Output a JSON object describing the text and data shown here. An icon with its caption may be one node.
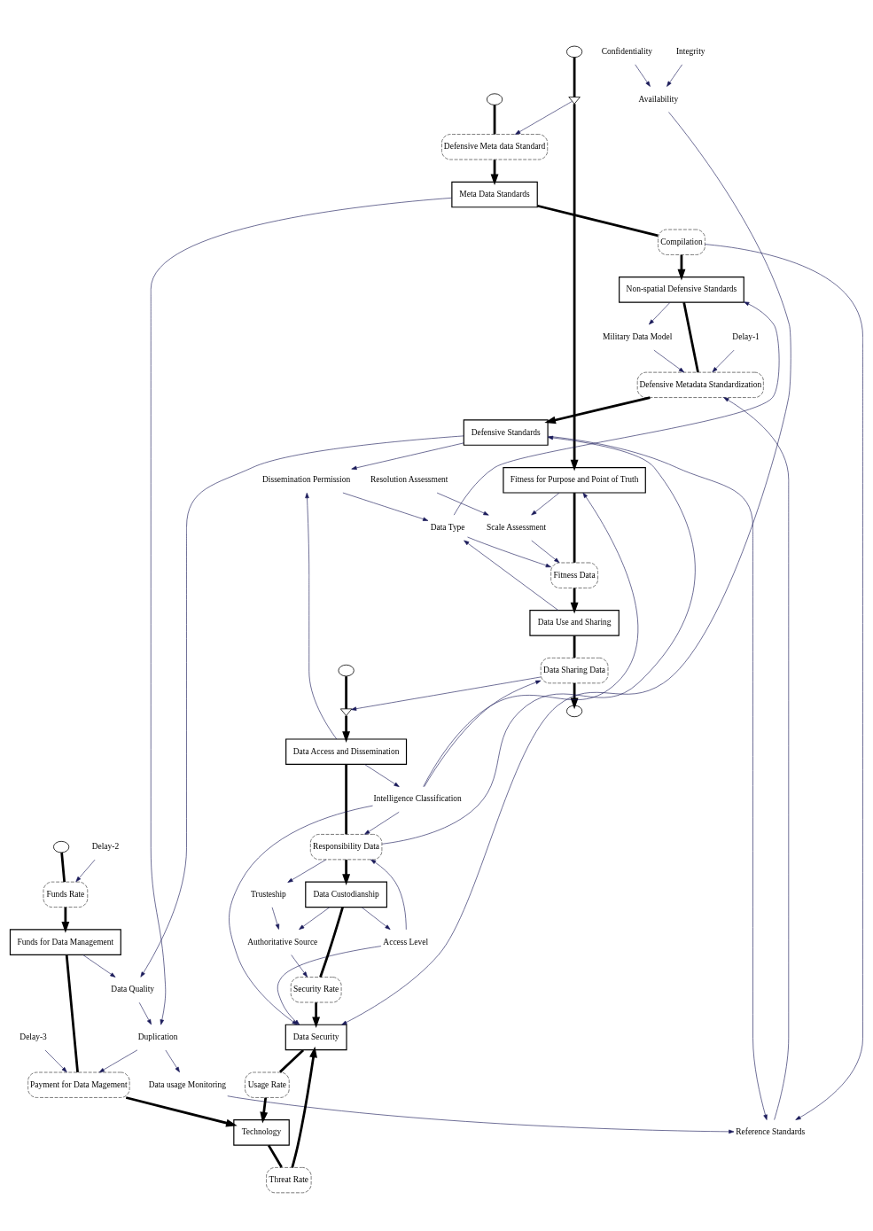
{
  "diagram": {
    "nodes": [
      {
        "text": [],
        "shape": "cloud"
      },
      {
        "text": [],
        "shape": "cloud"
      },
      {
        "text": [
          "Defensive Meta data Standard"
        ]
      },
      {
        "text": [],
        "shape": "valve"
      },
      {
        "text": [
          "Resolution Assessment"
        ]
      },
      {
        "text": [
          "Meta Data Standards"
        ]
      },
      {
        "text": [
          "Fitness for Purpose and Point of Truth"
        ]
      },
      {
        "text": [
          "Scale Assessment"
        ]
      },
      {
        "text": [
          "Compilation"
        ]
      },
      {
        "text": [
          "Fitness Data"
        ]
      },
      {
        "text": [
          "Non-spatial Defensive Standards"
        ]
      },
      {
        "text": [
          "Data Use and Sharing"
        ]
      },
      {
        "text": [
          "Data Type"
        ]
      },
      {
        "text": [
          "Military Data Model"
        ]
      },
      {
        "text": [
          "Delay-1"
        ]
      },
      {
        "text": [
          "Dissemination Permission"
        ]
      },
      {
        "text": [],
        "shape": "cloud"
      },
      {
        "text": [
          "Defensive Metadata Standardization"
        ]
      },
      {
        "text": [],
        "shape": "valve"
      },
      {
        "text": [
          "Data Sharing Data"
        ]
      },
      {
        "text": [
          "Reference Standards"
        ]
      },
      {
        "text": [],
        "shape": "cloud"
      },
      {
        "text": [
          "Defensive Standards"
        ]
      },
      {
        "text": [
          "Data Access and Dissemination"
        ]
      },
      {
        "text": [
          "Data usage Monitoring"
        ]
      },
      {
        "text": [
          "Intelligence Classification"
        ]
      },
      {
        "text": [],
        "shape": "cloud"
      },
      {
        "text": [
          "Delay-2"
        ]
      },
      {
        "text": [
          "Responsibility Data"
        ]
      },
      {
        "text": [
          "Funds Rate"
        ]
      },
      {
        "text": [
          "Duplication"
        ]
      },
      {
        "text": [
          "Data Quality"
        ]
      },
      {
        "text": [
          "Access Level"
        ]
      },
      {
        "text": [
          "Trusteship"
        ]
      },
      {
        "text": [
          "Funds for Data Management"
        ]
      },
      {
        "text": [
          "Data Custodianship"
        ]
      },
      {
        "text": [
          "Authoritative Source"
        ]
      },
      {
        "text": [
          "Delay-3"
        ]
      },
      {
        "text": [
          "Security Rate"
        ]
      },
      {
        "text": [
          "Payment for Data Magement"
        ]
      },
      {
        "text": [
          "Technology"
        ]
      },
      {
        "text": [
          "Data Security"
        ]
      },
      {
        "text": [
          "Integrity"
        ]
      },
      {
        "text": [
          "Usage Rate"
        ]
      },
      {
        "text": [
          "Threat Rate"
        ]
      },
      {
        "text": [
          "Availability"
        ]
      },
      {
        "text": [
          "Confidentiality"
        ]
      }
    ],
    "edges": [
      {
        "from": 0,
        "to": 2,
        "arrow": "none",
        "style": "thick"
      },
      {
        "from": 2,
        "to": 5,
        "arrow": "to",
        "style": "thick"
      },
      {
        "from": 5,
        "to": 8,
        "arrow": "none",
        "style": "thick"
      },
      {
        "from": 8,
        "to": 10,
        "arrow": "to",
        "style": "thick"
      },
      {
        "from": 10,
        "to": 17,
        "arrow": "none",
        "style": "thick"
      },
      {
        "from": 17,
        "to": 22,
        "arrow": "to",
        "style": "thick"
      },
      {
        "from": 1,
        "to": 3,
        "arrow": "none",
        "style": "thick"
      },
      {
        "from": 3,
        "to": 6,
        "arrow": "to",
        "style": "thick"
      },
      {
        "from": 6,
        "to": 9,
        "arrow": "none",
        "style": "thick"
      },
      {
        "from": 9,
        "to": 11,
        "arrow": "to",
        "style": "thick"
      },
      {
        "from": 11,
        "to": 19,
        "arrow": "none",
        "style": "thick"
      },
      {
        "from": 19,
        "to": 21,
        "arrow": "to",
        "style": "thick"
      },
      {
        "from": 16,
        "to": 18,
        "arrow": "none",
        "style": "thick"
      },
      {
        "from": 18,
        "to": 23,
        "arrow": "to",
        "style": "thick"
      },
      {
        "from": 23,
        "to": 28,
        "arrow": "none",
        "style": "thick"
      },
      {
        "from": 28,
        "to": 35,
        "arrow": "to",
        "style": "thick"
      },
      {
        "from": 35,
        "to": 38,
        "arrow": "none",
        "style": "thick"
      },
      {
        "from": 38,
        "to": 41,
        "arrow": "to",
        "style": "thick"
      },
      {
        "from": 26,
        "to": 29,
        "arrow": "none",
        "style": "thick"
      },
      {
        "from": 29,
        "to": 34,
        "arrow": "to",
        "style": "thick"
      },
      {
        "from": 34,
        "to": 39,
        "arrow": "none",
        "style": "thick"
      },
      {
        "from": 39,
        "to": 40,
        "arrow": "to",
        "style": "thick"
      },
      {
        "from": 41,
        "to": 43,
        "arrow": "none",
        "style": "thick"
      },
      {
        "from": 43,
        "to": 40,
        "arrow": "to",
        "style": "thick"
      },
      {
        "from": 40,
        "to": 44,
        "arrow": "none",
        "style": "thick"
      },
      {
        "from": 44,
        "to": 41,
        "arrow": "to",
        "style": "thick"
      },
      {
        "from": 3,
        "to": 2,
        "arrow": "to"
      },
      {
        "from": 6,
        "to": 7,
        "arrow": "to"
      },
      {
        "from": 4,
        "to": 7,
        "arrow": "to"
      },
      {
        "from": 7,
        "to": 9,
        "arrow": "to"
      },
      {
        "from": 12,
        "to": 9,
        "arrow": "to"
      },
      {
        "from": 11,
        "to": 12,
        "arrow": "to"
      },
      {
        "from": 15,
        "to": 12,
        "arrow": "to"
      },
      {
        "from": 12,
        "to": 10,
        "arrow": "to"
      },
      {
        "from": 5,
        "to": 30,
        "arrow": "to"
      },
      {
        "from": 8,
        "to": 20,
        "arrow": "to"
      },
      {
        "from": 10,
        "to": 13,
        "arrow": "to"
      },
      {
        "from": 13,
        "to": 17,
        "arrow": "to"
      },
      {
        "from": 20,
        "to": 17,
        "arrow": "to"
      },
      {
        "from": 14,
        "to": 17,
        "arrow": "to"
      },
      {
        "from": 22,
        "to": 20,
        "arrow": "to"
      },
      {
        "from": 24,
        "to": 20,
        "arrow": "to"
      },
      {
        "from": 30,
        "to": 24,
        "arrow": "to"
      },
      {
        "from": 22,
        "to": 15,
        "arrow": "to"
      },
      {
        "from": 22,
        "to": 31,
        "arrow": "to"
      },
      {
        "from": 31,
        "to": 30,
        "arrow": "to"
      },
      {
        "from": 34,
        "to": 31,
        "arrow": "to"
      },
      {
        "from": 30,
        "to": 39,
        "arrow": "to"
      },
      {
        "from": 27,
        "to": 29,
        "arrow": "to"
      },
      {
        "from": 37,
        "to": 39,
        "arrow": "to"
      },
      {
        "from": 23,
        "to": 15,
        "arrow": "to"
      },
      {
        "from": 19,
        "to": 18,
        "arrow": "to"
      },
      {
        "from": 25,
        "to": 19,
        "arrow": "to"
      },
      {
        "from": 25,
        "to": 6,
        "arrow": "to"
      },
      {
        "from": 23,
        "to": 25,
        "arrow": "to"
      },
      {
        "from": 25,
        "to": 28,
        "arrow": "to"
      },
      {
        "from": 32,
        "to": 28,
        "arrow": "to"
      },
      {
        "from": 28,
        "to": 22,
        "arrow": "to"
      },
      {
        "from": 28,
        "to": 33,
        "arrow": "to"
      },
      {
        "from": 33,
        "to": 36,
        "arrow": "to"
      },
      {
        "from": 35,
        "to": 36,
        "arrow": "to"
      },
      {
        "from": 35,
        "to": 32,
        "arrow": "to"
      },
      {
        "from": 36,
        "to": 38,
        "arrow": "to"
      },
      {
        "from": 32,
        "to": 41,
        "arrow": "to"
      },
      {
        "from": 25,
        "to": 41,
        "arrow": "to"
      },
      {
        "from": 42,
        "to": 45,
        "arrow": "to"
      },
      {
        "from": 46,
        "to": 45,
        "arrow": "to"
      },
      {
        "from": 45,
        "to": 41,
        "arrow": "to"
      }
    ]
  }
}
